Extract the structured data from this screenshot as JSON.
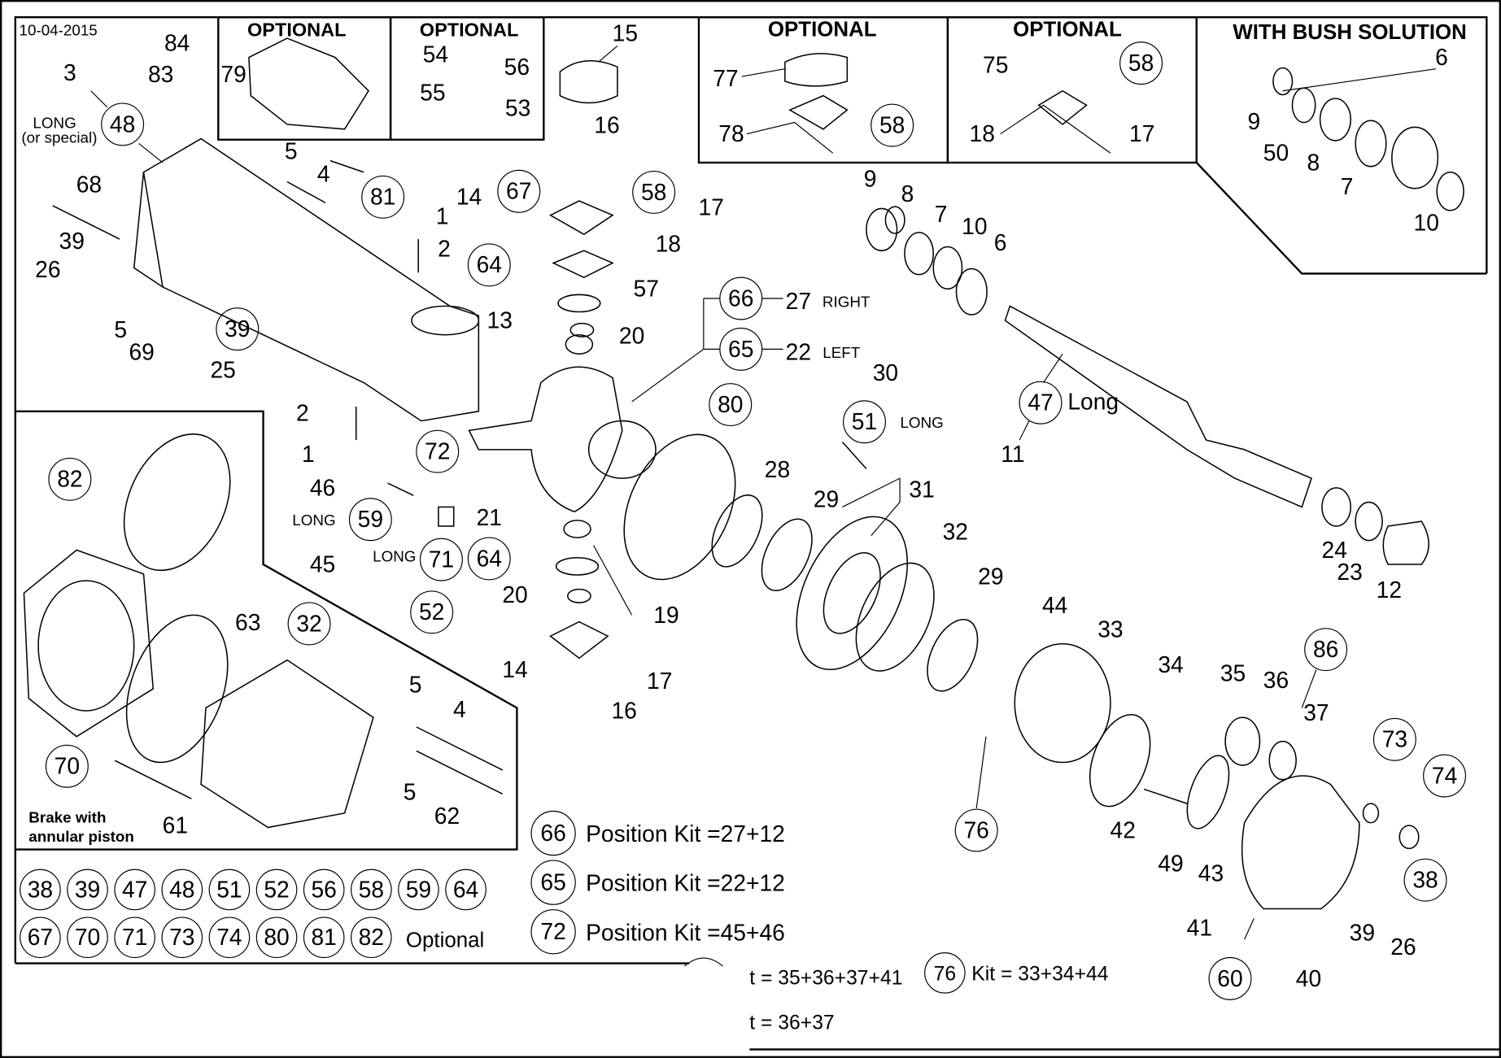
{
  "date": "10-04-2015",
  "boxes": {
    "optional_1": "OPTIONAL",
    "optional_2": "OPTIONAL",
    "optional_3": "OPTIONAL",
    "optional_4": "OPTIONAL",
    "bush": "WITH BUSH SOLUTION",
    "brake_line1": "Brake with",
    "brake_line2": "annular piston"
  },
  "callouts": [
    {
      "text": "84",
      "circled": false
    },
    {
      "text": "83",
      "circled": false
    },
    {
      "text": "3",
      "circled": false
    },
    {
      "text": "48",
      "circled": true
    },
    {
      "text": "LONG",
      "circled": false,
      "small": true
    },
    {
      "text": "(or special)",
      "circled": false,
      "small": true
    },
    {
      "text": "79",
      "circled": false
    },
    {
      "text": "54",
      "circled": false
    },
    {
      "text": "56",
      "circled": false
    },
    {
      "text": "55",
      "circled": false
    },
    {
      "text": "53",
      "circled": false
    },
    {
      "text": "15",
      "circled": false
    },
    {
      "text": "77",
      "circled": false
    },
    {
      "text": "78",
      "circled": false
    },
    {
      "text": "58",
      "circled": true
    },
    {
      "text": "75",
      "circled": false
    },
    {
      "text": "58",
      "circled": true
    },
    {
      "text": "18",
      "circled": false
    },
    {
      "text": "17",
      "circled": false
    },
    {
      "text": "6",
      "circled": false
    },
    {
      "text": "9",
      "circled": false
    },
    {
      "text": "50",
      "circled": false
    },
    {
      "text": "8",
      "circled": false
    },
    {
      "text": "7",
      "circled": false
    },
    {
      "text": "10",
      "circled": false
    },
    {
      "text": "5",
      "circled": false
    },
    {
      "text": "4",
      "circled": false
    },
    {
      "text": "81",
      "circled": true
    },
    {
      "text": "68",
      "circled": false
    },
    {
      "text": "39",
      "circled": false
    },
    {
      "text": "26",
      "circled": false
    },
    {
      "text": "1",
      "circled": false
    },
    {
      "text": "2",
      "circled": false
    },
    {
      "text": "5",
      "circled": false
    },
    {
      "text": "69",
      "circled": false
    },
    {
      "text": "39",
      "circled": true
    },
    {
      "text": "25",
      "circled": false
    },
    {
      "text": "16",
      "circled": false
    },
    {
      "text": "14",
      "circled": false
    },
    {
      "text": "67",
      "circled": true
    },
    {
      "text": "58",
      "circled": true
    },
    {
      "text": "17",
      "circled": false
    },
    {
      "text": "18",
      "circled": false
    },
    {
      "text": "64",
      "circled": true
    },
    {
      "text": "57",
      "circled": false
    },
    {
      "text": "13",
      "circled": false
    },
    {
      "text": "20",
      "circled": false
    },
    {
      "text": "66",
      "circled": true
    },
    {
      "text": "27",
      "circled": false
    },
    {
      "text": "RIGHT",
      "circled": false,
      "small": true
    },
    {
      "text": "65",
      "circled": true
    },
    {
      "text": "22",
      "circled": false
    },
    {
      "text": "LEFT",
      "circled": false,
      "small": true
    },
    {
      "text": "9",
      "circled": false
    },
    {
      "text": "8",
      "circled": false
    },
    {
      "text": "7",
      "circled": false
    },
    {
      "text": "10",
      "circled": false
    },
    {
      "text": "6",
      "circled": false
    },
    {
      "text": "47",
      "circled": true
    },
    {
      "text": "Long",
      "circled": false
    },
    {
      "text": "11",
      "circled": false
    },
    {
      "text": "30",
      "circled": false
    },
    {
      "text": "51",
      "circled": true
    },
    {
      "text": "LONG",
      "circled": false,
      "small": true
    },
    {
      "text": "80",
      "circled": true
    },
    {
      "text": "28",
      "circled": false
    },
    {
      "text": "29",
      "circled": false
    },
    {
      "text": "31",
      "circled": false
    },
    {
      "text": "32",
      "circled": false
    },
    {
      "text": "29",
      "circled": false
    },
    {
      "text": "44",
      "circled": false
    },
    {
      "text": "33",
      "circled": false
    },
    {
      "text": "34",
      "circled": false
    },
    {
      "text": "35",
      "circled": false
    },
    {
      "text": "36",
      "circled": false
    },
    {
      "text": "86",
      "circled": true
    },
    {
      "text": "37",
      "circled": false
    },
    {
      "text": "73",
      "circled": true
    },
    {
      "text": "74",
      "circled": true
    },
    {
      "text": "38",
      "circled": true
    },
    {
      "text": "76",
      "circled": true
    },
    {
      "text": "42",
      "circled": false
    },
    {
      "text": "49",
      "circled": false
    },
    {
      "text": "43",
      "circled": false
    },
    {
      "text": "41",
      "circled": false
    },
    {
      "text": "60",
      "circled": true
    },
    {
      "text": "40",
      "circled": false
    },
    {
      "text": "39",
      "circled": false
    },
    {
      "text": "26",
      "circled": false
    },
    {
      "text": "24",
      "circled": false
    },
    {
      "text": "23",
      "circled": false
    },
    {
      "text": "12",
      "circled": false
    },
    {
      "text": "2",
      "circled": false
    },
    {
      "text": "1",
      "circled": false
    },
    {
      "text": "72",
      "circled": true
    },
    {
      "text": "46",
      "circled": false
    },
    {
      "text": "59",
      "circled": true
    },
    {
      "text": "LONG",
      "circled": false,
      "small": true
    },
    {
      "text": "45",
      "circled": false
    },
    {
      "text": "71",
      "circled": true
    },
    {
      "text": "LONG",
      "circled": false,
      "small": true
    },
    {
      "text": "52",
      "circled": true
    },
    {
      "text": "21",
      "circled": false
    },
    {
      "text": "64",
      "circled": true
    },
    {
      "text": "20",
      "circled": false
    },
    {
      "text": "19",
      "circled": false
    },
    {
      "text": "14",
      "circled": false
    },
    {
      "text": "17",
      "circled": false
    },
    {
      "text": "16",
      "circled": false
    },
    {
      "text": "82",
      "circled": true
    },
    {
      "text": "63",
      "circled": false
    },
    {
      "text": "32",
      "circled": true
    },
    {
      "text": "70",
      "circled": true
    },
    {
      "text": "5",
      "circled": false
    },
    {
      "text": "4",
      "circled": false
    },
    {
      "text": "5",
      "circled": false
    },
    {
      "text": "62",
      "circled": false
    },
    {
      "text": "61",
      "circled": false
    }
  ],
  "optional_legend": {
    "items": [
      "38",
      "39",
      "47",
      "48",
      "51",
      "52",
      "56",
      "58",
      "59",
      "64",
      "67",
      "70",
      "71",
      "73",
      "74",
      "80",
      "81",
      "82"
    ],
    "label": "Optional"
  },
  "kits": [
    {
      "ref": "66",
      "text": "Position Kit =27+12"
    },
    {
      "ref": "65",
      "text": "Position Kit =22+12"
    },
    {
      "ref": "72",
      "text": "Position Kit =45+46"
    }
  ],
  "kit_lines": {
    "line1": "t = 35+36+37+41",
    "kit76_ref": "76",
    "kit76_text": "Kit = 33+34+44",
    "line2": "t = 36+37"
  }
}
